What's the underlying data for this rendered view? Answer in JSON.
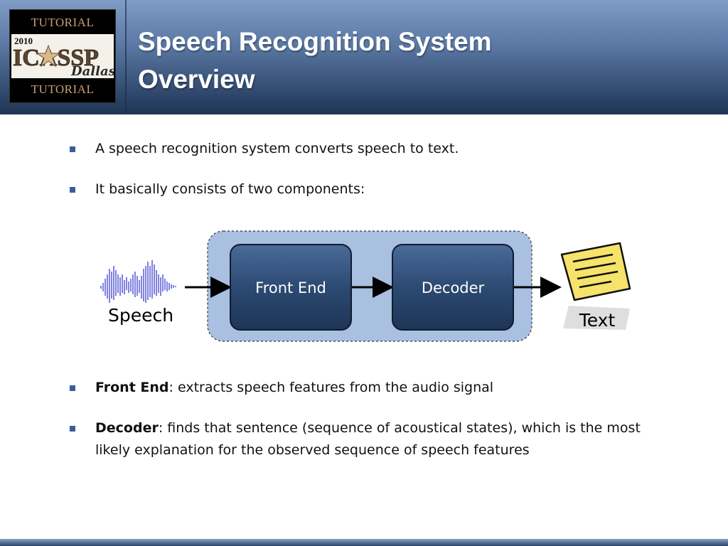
{
  "slide": {
    "title_line1": "Speech Recognition System",
    "title_line2": "Overview"
  },
  "logo": {
    "top_label": "TUTORIAL",
    "year": "2010",
    "name": "ICASSP",
    "city": "Dallas",
    "bottom_label": "TUTORIAL"
  },
  "bullets_top": [
    {
      "text": "A speech recognition system converts speech to text."
    },
    {
      "text": "It basically consists of two components:"
    }
  ],
  "diagram": {
    "input_label": "Speech",
    "box1_label": "Front End",
    "box2_label": "Decoder",
    "output_label": "Text"
  },
  "bullets_bottom": [
    {
      "term": "Front End",
      "text": ": extracts speech features from the audio signal"
    },
    {
      "term": "Decoder",
      "text": ": finds that sentence (sequence of acoustical states), which is the most likely explanation for the observed sequence of speech features"
    }
  ],
  "colors": {
    "header_dark": "#203553",
    "header_light": "#7f9cc7",
    "bullet": "#3b5d98",
    "box_fill": "#2c4a72",
    "panel_fill": "#a9c0e0",
    "note_fill": "#f5e36a"
  }
}
